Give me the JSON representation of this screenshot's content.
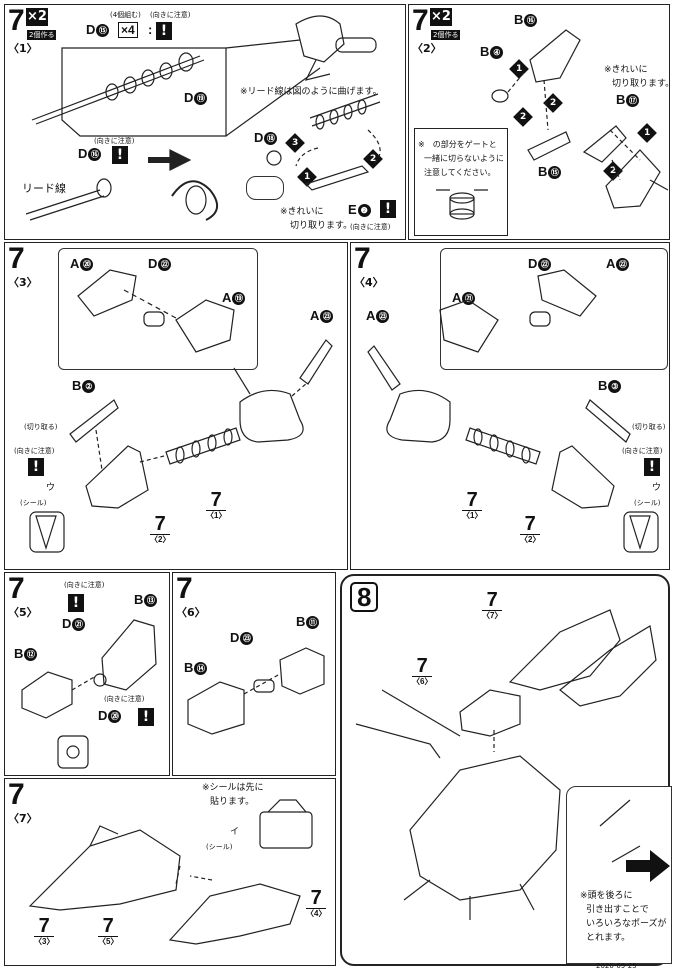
{
  "steps": {
    "s1": {
      "num": "7",
      "sub": "〈1〉",
      "x2": "×2",
      "make2": "2個作る",
      "ruby_count": "(4個組む)",
      "ruby_dir": "(向きに注意)",
      "ruby_dir2": "(向きに注意)",
      "label_d15": "D",
      "n15": "⑮",
      "times4": "×4",
      "colon": ":",
      "label_d19": "D",
      "n19": "⑲",
      "label_d16": "D",
      "n16": "⑯",
      "lead_wire": "リード線",
      "note_bend": "※リード線は図のように曲げます。",
      "label_d18": "D",
      "n18": "⑱",
      "label_e2": "E",
      "n2": "❷",
      "ruby_dir3": "(向きに注意)",
      "note_cut": "※きれいに",
      "note_cut2": "切り取ります。"
    },
    "s2": {
      "num": "7",
      "sub": "〈2〉",
      "x2": "×2",
      "make2": "2個作る",
      "label_b16": "B",
      "n16": "⑯",
      "label_b4": "B",
      "n4": "④",
      "label_b17": "B",
      "n17": "⑰",
      "label_b15": "B",
      "n15": "⑮",
      "note_cut": "※きれいに",
      "note_cut2": "切り取ります。",
      "note_gate1": "※　の部分をゲートと",
      "note_gate2": "一緒に切らないように",
      "note_gate3": "注意してください。"
    },
    "s3": {
      "num": "7",
      "sub": "〈3〉",
      "a20": "A",
      "n20": "⑳",
      "d22": "D",
      "n22": "㉒",
      "a19": "A",
      "n19": "⑲",
      "a23": "A",
      "n23": "㉓",
      "b2": "B",
      "nb2": "②",
      "cut": "(切り取る)",
      "dir": "(向きに注意)",
      "seal": "(シール)",
      "seal_u": "ウ",
      "ref1": "7",
      "ref1s": "〈1〉",
      "ref2": "7",
      "ref2s": "〈2〉"
    },
    "s4": {
      "num": "7",
      "sub": "〈4〉",
      "a23": "A",
      "n23": "㉓",
      "d22": "D",
      "n22": "㉒",
      "a22": "A",
      "nA22": "㉒",
      "a21": "A",
      "n21": "㉑",
      "b3": "B",
      "nb3": "③",
      "cut": "(切り取る)",
      "dir": "(向きに注意)",
      "seal": "(シール)",
      "seal_u": "ウ",
      "ref1": "7",
      "ref1s": "〈1〉",
      "ref2": "7",
      "ref2s": "〈2〉"
    },
    "s5": {
      "num": "7",
      "sub": "〈5〉",
      "dir": "(向きに注意)",
      "dir2": "(向きに注意)",
      "d21": "D",
      "n21": "㉑",
      "b13": "B",
      "n13": "⑬",
      "b12": "B",
      "n12": "⑫",
      "d20": "D",
      "n20": "⑳"
    },
    "s6": {
      "num": "7",
      "sub": "〈6〉",
      "d23": "D",
      "n23": "㉓",
      "b11": "B",
      "n11": "⑪",
      "b14": "B",
      "n14": "⑭"
    },
    "s7": {
      "num": "7",
      "sub": "〈7〉",
      "note1": "※シールは先に",
      "note2": "貼ります。",
      "seal_i": "イ",
      "seal": "(シール)",
      "ref3": "7",
      "ref3s": "〈3〉",
      "ref5": "7",
      "ref5s": "〈5〉",
      "ref4": "7",
      "ref4s": "〈4〉"
    },
    "s8": {
      "num": "8",
      "ref7": "7",
      "ref7s": "〈7〉",
      "ref6": "7",
      "ref6s": "〈6〉",
      "note1": "※頭を後ろに",
      "note2": "引き出すことで",
      "note3": "いろいろなポーズが",
      "note4": "とれます。"
    }
  },
  "footer": "2020-09-25"
}
